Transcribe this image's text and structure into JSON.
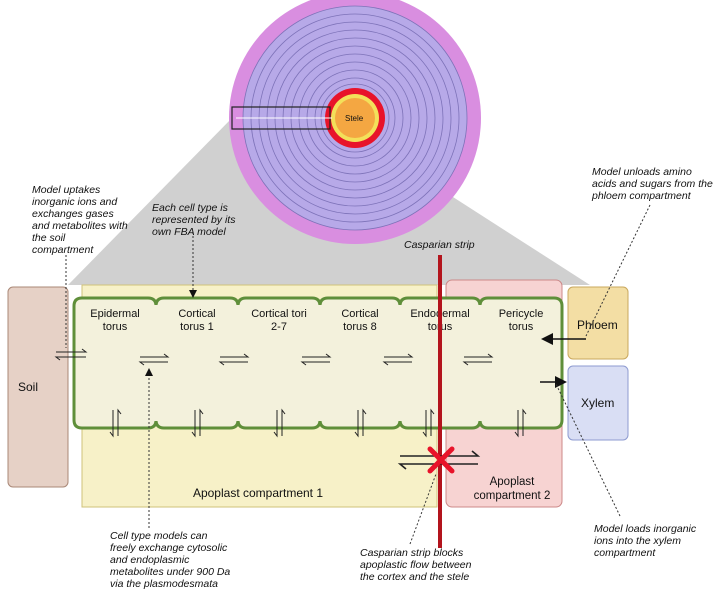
{
  "root_cross_section": {
    "stele_label": "Stele",
    "colors": {
      "outer_ring": "#d98ee0",
      "inner_rings": "#b7a9e8",
      "endodermis": "#e8132a",
      "pericycle": "#f3e05a",
      "stele": "#f4a742"
    }
  },
  "compartments": {
    "soil": {
      "label": "Soil",
      "color": "#e6d1c6"
    },
    "apoplast_1": {
      "label": "Apoplast compartment 1",
      "color": "#f7f1c8"
    },
    "apoplast_2": {
      "label": [
        "Apoplast",
        "compartment 2"
      ],
      "color": "#f7d3d2"
    },
    "phloem": {
      "label": "Phloem",
      "color": "#f3dea4"
    },
    "xylem": {
      "label": "Xylem",
      "color": "#d9def4"
    }
  },
  "cells": [
    {
      "label": [
        "Epidermal",
        "torus"
      ]
    },
    {
      "label": [
        "Cortical",
        "torus 1"
      ]
    },
    {
      "label": [
        "Cortical tori",
        "2-7"
      ]
    },
    {
      "label": [
        "Cortical",
        "torus 8"
      ]
    },
    {
      "label": [
        "Endodermal",
        "torus"
      ]
    },
    {
      "label": [
        "Pericycle",
        "torus"
      ]
    }
  ],
  "casparian_strip_label": "Casparian strip",
  "annotations": {
    "soil_exchange": [
      "Model uptakes",
      "inorganic ions and",
      "exchanges gases",
      "and metabolites with",
      "the soil",
      "compartment"
    ],
    "fba": [
      "Each cell type is",
      "represented by its",
      "own FBA model"
    ],
    "phloem_unload": [
      "Model unloads amino",
      "acids and sugars from the",
      "phloem compartment"
    ],
    "plasmodesmata": [
      "Cell type models can",
      "freely exchange cytosolic",
      "and endoplasmic",
      "metabolites under 900 Da",
      "via the plasmodesmata"
    ],
    "casparian_block": [
      "Casparian strip blocks",
      "apoplastic flow between",
      "the cortex and the stele"
    ],
    "xylem_load": [
      "Model loads inorganic",
      "ions into the xylem",
      "compartment"
    ]
  }
}
